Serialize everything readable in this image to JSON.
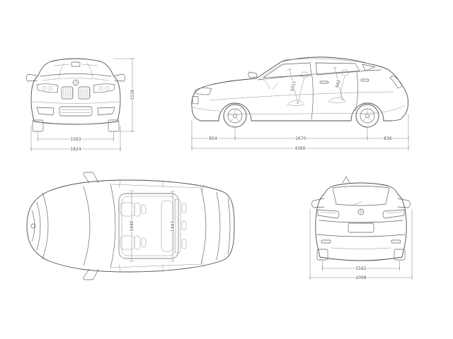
{
  "colors": {
    "line": "#4d4d4d",
    "detail_line": "#5f5f5f",
    "dimension_line": "#8a8a8a",
    "label_text": "#555555",
    "background": "#ffffff"
  },
  "views": {
    "front": {
      "track_width": "1563",
      "overall_width": "1824",
      "overall_height": "1526"
    },
    "side": {
      "front_overhang": "854",
      "wheelbase": "2670",
      "rear_overhang": "836",
      "overall_length": "4360",
      "front_headroom": "1011",
      "rear_headroom": "942"
    },
    "top": {
      "front_interior_width": "1440",
      "rear_interior_width": "1443"
    },
    "rear": {
      "track_width": "1562",
      "overall_width_incl_mirrors": "2098"
    }
  }
}
